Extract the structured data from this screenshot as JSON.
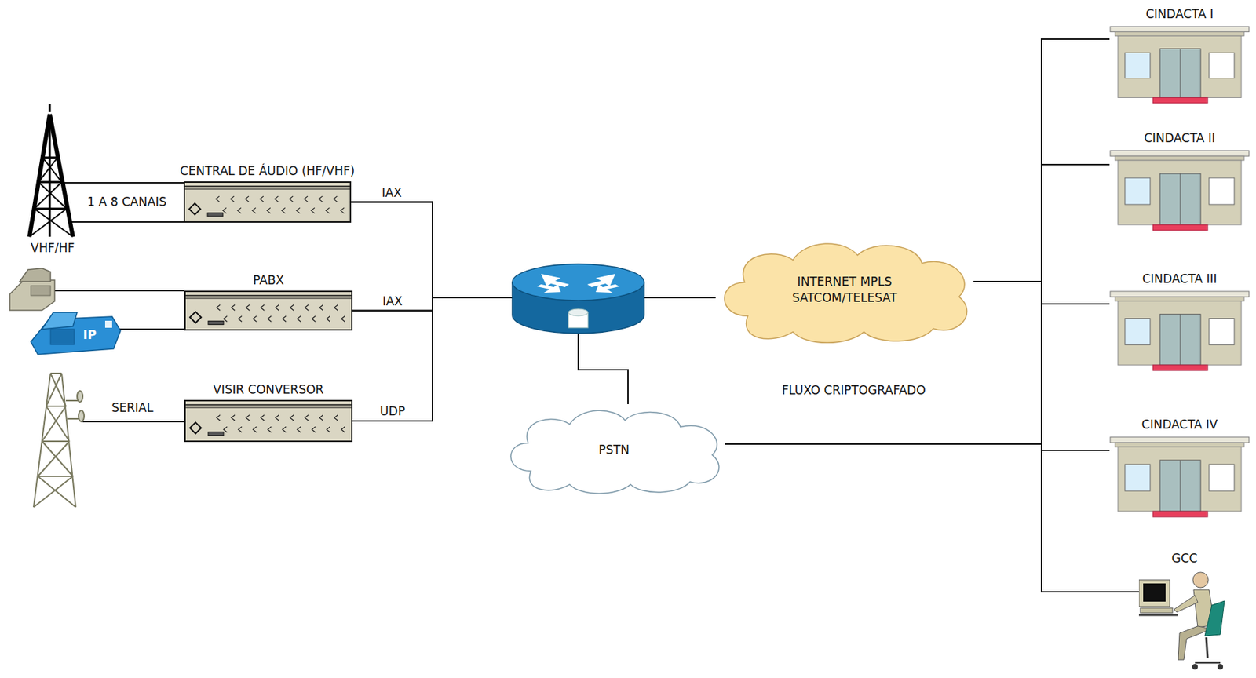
{
  "diagram": {
    "nodes": [
      {
        "text": [
          "CENTRAL DE ÁUDIO (HF/VHF)"
        ]
      },
      {
        "text": [
          "PABX"
        ]
      },
      {
        "text": [
          "VISIR CONVERSOR"
        ]
      },
      {
        "text": [
          "INTERNET MPLS SATCOM/TELESAT"
        ]
      },
      {
        "text": [
          "PSTN"
        ]
      },
      {
        "text": [
          "CINDACTA I"
        ]
      },
      {
        "text": [
          "CINDACTA II"
        ]
      },
      {
        "text": [
          "CINDACTA III"
        ]
      },
      {
        "text": [
          "CINDACTA IV"
        ]
      },
      {
        "text": [
          "GCC"
        ]
      }
    ],
    "edges": [
      {
        "from": 0,
        "to": 3,
        "arrow": "none",
        "label": "IAX"
      },
      {
        "from": 0,
        "to": 4,
        "arrow": "none"
      },
      {
        "from": 1,
        "to": 3,
        "arrow": "none",
        "label": "IAX"
      },
      {
        "from": 1,
        "to": 4,
        "arrow": "none"
      },
      {
        "from": 2,
        "to": 3,
        "arrow": "none",
        "label": "UDP"
      },
      {
        "from": 2,
        "to": 4,
        "arrow": "none"
      },
      {
        "from": 3,
        "to": 5,
        "arrow": "none"
      },
      {
        "from": 3,
        "to": 6,
        "arrow": "none"
      },
      {
        "from": 3,
        "to": 7,
        "arrow": "none"
      },
      {
        "from": 3,
        "to": 8,
        "arrow": "none"
      },
      {
        "from": 3,
        "to": 9,
        "arrow": "none"
      },
      {
        "from": 4,
        "to": 5,
        "arrow": "none"
      },
      {
        "from": 4,
        "to": 6,
        "arrow": "none"
      },
      {
        "from": 4,
        "to": 7,
        "arrow": "none"
      },
      {
        "from": 4,
        "to": 8,
        "arrow": "none"
      },
      {
        "from": 4,
        "to": 9,
        "arrow": "none"
      }
    ],
    "labels": [
      "1 A 8 CANAIS",
      "VHF/HF",
      "SERIAL",
      "IP",
      "FLUXO CRIPTOGRAFADO"
    ]
  }
}
